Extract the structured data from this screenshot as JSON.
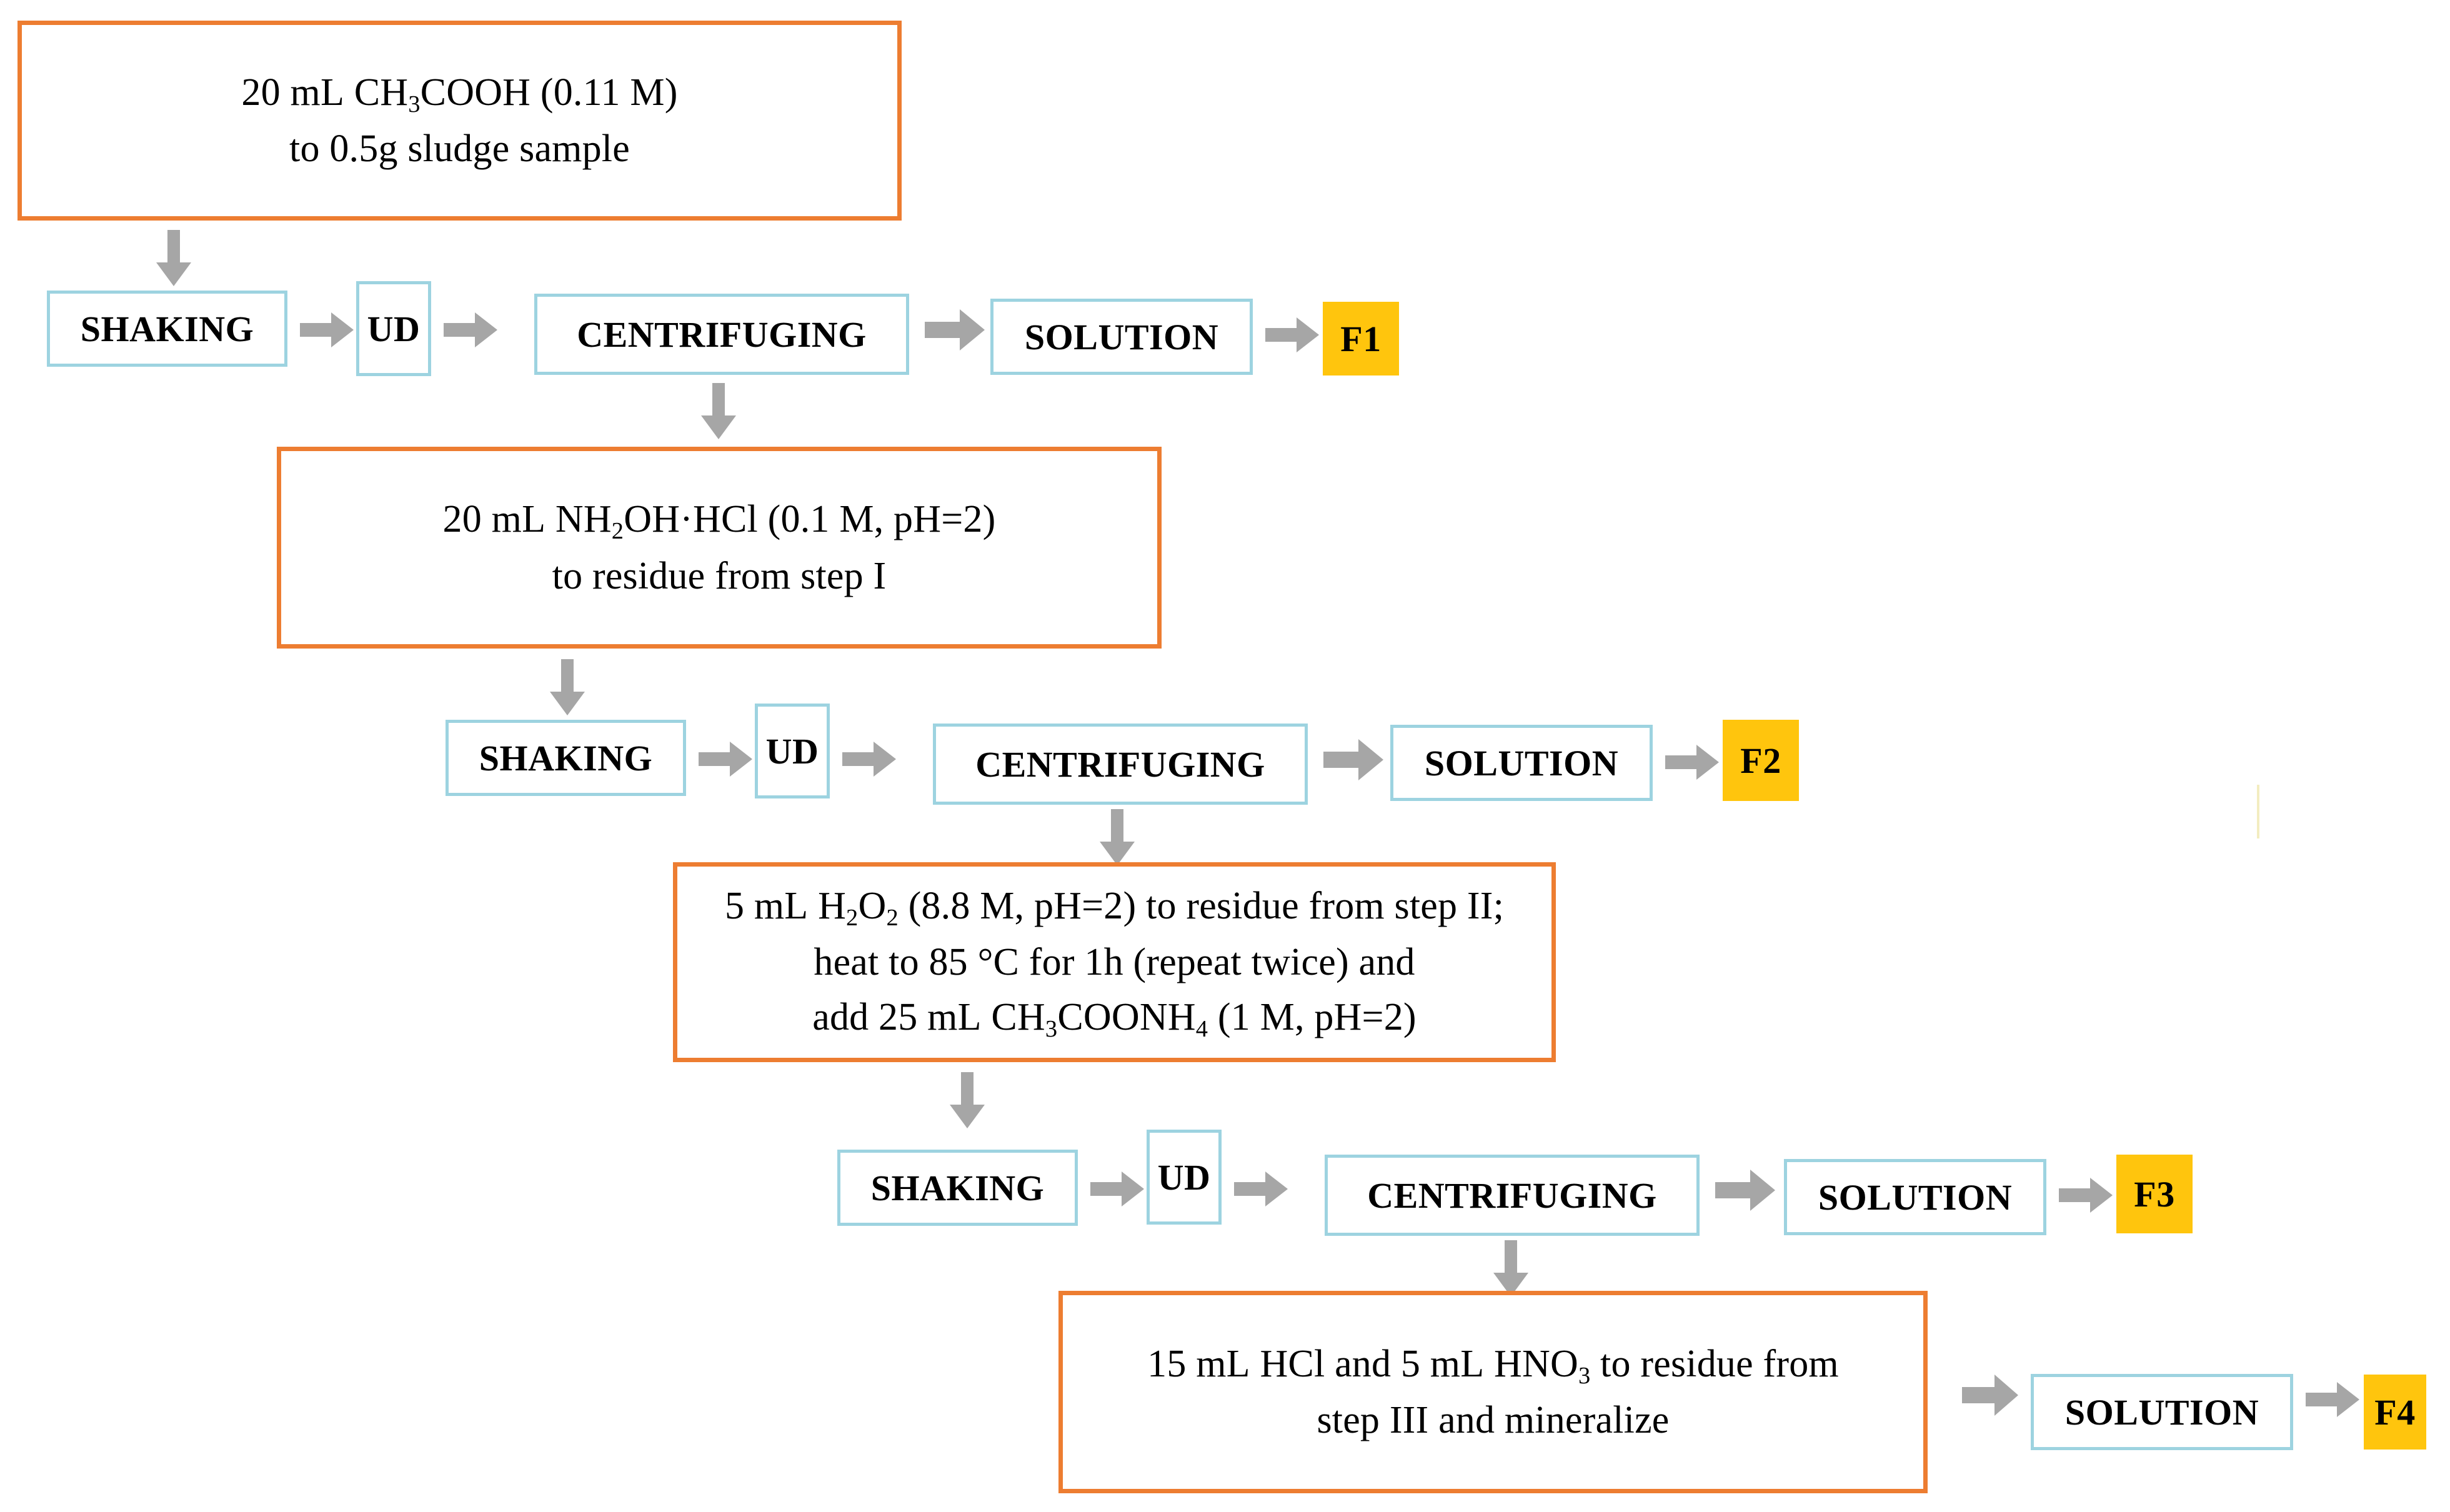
{
  "diagram": {
    "title": "Sequential extraction (BCR) procedure flowchart",
    "colors": {
      "reagent_border": "#ED7D31",
      "process_border": "#9DD3E0",
      "fraction_fill": "#FFC50D",
      "arrow_fill": "#A6A6A6",
      "background": "#FFFFFF",
      "text": "#000000"
    },
    "reagent_steps": [
      {
        "id": "step-1-reagent",
        "line1_pre": "20 mL CH",
        "line1_sub": "3",
        "line1_post": "COOH (0.11 M)",
        "line2": "to 0.5g sludge sample",
        "plain": "20 mL CH3COOH (0.11 M) to 0.5g sludge sample"
      },
      {
        "id": "step-2-reagent",
        "line1_pre": "20 mL NH",
        "line1_sub": "2",
        "line1_post": "OH·HCl (0.1 M, pH=2)",
        "line2": "to residue from step I",
        "plain": "20 mL NH2OH·HCl (0.1 M, pH=2) to residue from step I"
      },
      {
        "id": "step-3-reagent",
        "line1_pre": "5 mL H",
        "line1_sub": "2",
        "line1_mid": "O",
        "line1_sub2": "2",
        "line1_post": " (8.8 M, pH=2) to residue from step II;",
        "line2": "heat to 85 °C for 1h (repeat twice) and",
        "line3_pre": "add 25 mL CH",
        "line3_sub": "3",
        "line3_mid": "COONH",
        "line3_sub2": "4",
        "line3_post": " (1 M, pH=2)",
        "plain": "5 mL H2O2 (8.8 M, pH=2) to residue from step II; heat to 85 °C for 1h (repeat twice) and add 25 mL CH3COONH4 (1 M, pH=2)"
      },
      {
        "id": "step-4-reagent",
        "line1_pre": "15 mL HCl and 5 mL HNO",
        "line1_sub": "3",
        "line1_post": " to residue from",
        "line2": "step III and mineralize",
        "plain": "15 mL HCl and 5 mL HNO3 to residue from step III and mineralize"
      }
    ],
    "process_labels": {
      "shaking": "SHAKING",
      "ud": "UD",
      "centrifuging": "CENTRIFUGING",
      "solution": "SOLUTION"
    },
    "fractions": {
      "f1": "F1",
      "f2": "F2",
      "f3": "F3",
      "f4": "F4"
    },
    "rows": [
      {
        "id": "row-1",
        "steps": [
          "SHAKING",
          "UD",
          "CENTRIFUGING",
          "SOLUTION"
        ],
        "fraction": "F1"
      },
      {
        "id": "row-2",
        "steps": [
          "SHAKING",
          "UD",
          "CENTRIFUGING",
          "SOLUTION"
        ],
        "fraction": "F2"
      },
      {
        "id": "row-3",
        "steps": [
          "SHAKING",
          "UD",
          "CENTRIFUGING",
          "SOLUTION"
        ],
        "fraction": "F3"
      },
      {
        "id": "row-4",
        "steps": [
          "SOLUTION"
        ],
        "fraction": "F4"
      }
    ]
  }
}
